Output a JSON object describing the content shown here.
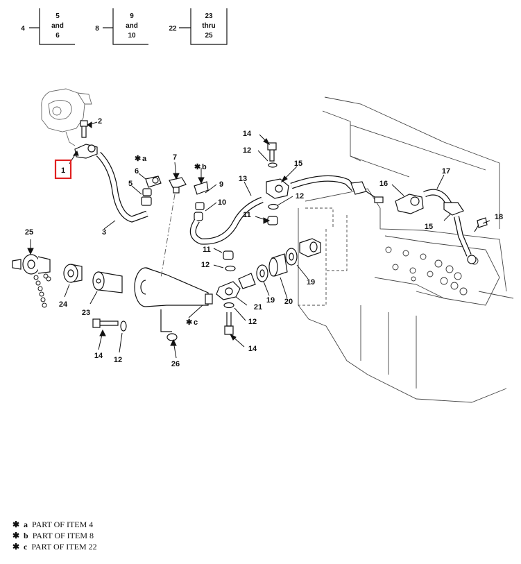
{
  "header_boxes": [
    {
      "item": "4",
      "lines": [
        "5",
        "and",
        "6"
      ]
    },
    {
      "item": "8",
      "lines": [
        "9",
        "and",
        "10"
      ]
    },
    {
      "item": "22",
      "lines": [
        "23",
        "thru",
        "25"
      ]
    }
  ],
  "callouts": {
    "c1": "1",
    "c2": "2",
    "c3": "3",
    "c5": "5",
    "c6": "6",
    "c7": "7",
    "c9": "9",
    "c10": "10",
    "c11a": "11",
    "c11b": "11",
    "c12a": "12",
    "c12b": "12",
    "c12c": "12",
    "c12d": "12",
    "c12e": "12",
    "c13": "13",
    "c14a": "14",
    "c14b": "14",
    "c14c": "14",
    "c15a": "15",
    "c15b": "15",
    "c16": "16",
    "c17": "17",
    "c18": "18",
    "c19a": "19",
    "c19b": "19",
    "c20": "20",
    "c21": "21",
    "c23": "23",
    "c24": "24",
    "c25": "25",
    "c26": "26",
    "ca": "a",
    "cb": "b",
    "cc": "c"
  },
  "legend": [
    {
      "symbol": "✱",
      "letter": "a",
      "text": "PART OF ITEM 4"
    },
    {
      "symbol": "✱",
      "letter": "b",
      "text": "PART OF ITEM 8"
    },
    {
      "symbol": "✱",
      "letter": "c",
      "text": "PART OF ITEM 22"
    }
  ],
  "highlight_color": "#e02020"
}
